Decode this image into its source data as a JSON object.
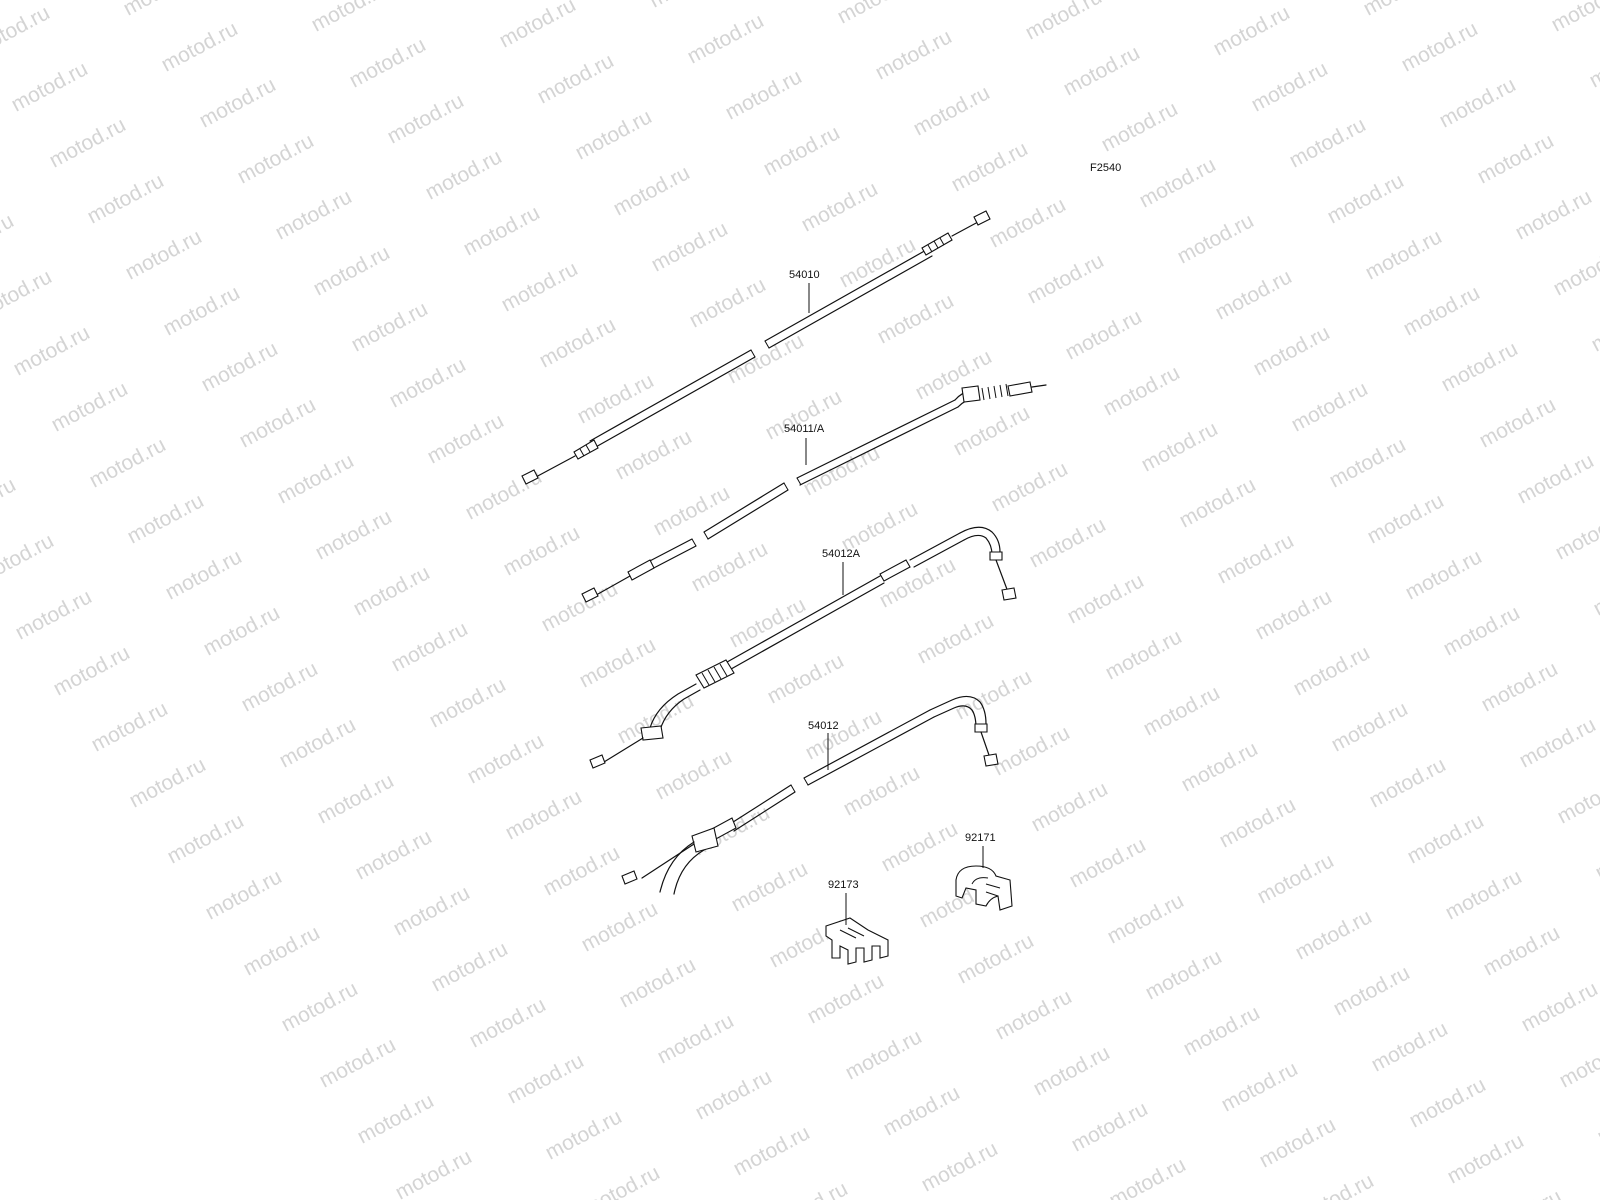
{
  "diagram": {
    "figure_code": "F2540",
    "watermark": "motod.ru",
    "parts": [
      {
        "id": "clutch-cable",
        "label": "54010"
      },
      {
        "id": "choke-cable",
        "label": "54011/A"
      },
      {
        "id": "throttle-cable-return",
        "label": "54012A"
      },
      {
        "id": "throttle-cable-pull",
        "label": "54012"
      },
      {
        "id": "clamp-92173",
        "label": "92173"
      },
      {
        "id": "clamp-92171",
        "label": "92171"
      }
    ]
  }
}
